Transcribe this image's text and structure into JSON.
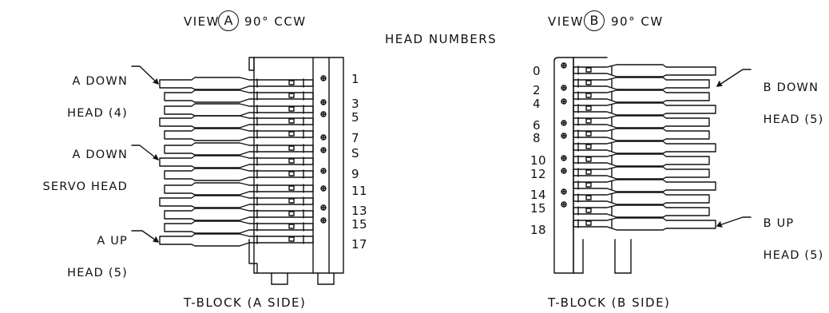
{
  "view_a": {
    "prefix": "VIEW",
    "letter": "A",
    "rotation": "90° CCW",
    "labels": [
      {
        "line1": "A DOWN",
        "line2": "HEAD (4)"
      },
      {
        "line1": "A DOWN",
        "line2": "SERVO HEAD"
      },
      {
        "line1": "A UP",
        "line2": "HEAD (5)"
      }
    ],
    "head_numbers": [
      "1",
      "3",
      "5",
      "7",
      "S",
      "9",
      "11",
      "13",
      "15",
      "17"
    ],
    "caption": "T-BLOCK (A SIDE)"
  },
  "view_b": {
    "prefix": "VIEW",
    "letter": "B",
    "rotation": "90° CW",
    "labels": [
      {
        "line1": "B DOWN",
        "line2": "HEAD (5)"
      },
      {
        "line1": "B UP",
        "line2": "HEAD (5)"
      }
    ],
    "head_numbers": [
      "0",
      "2",
      "4",
      "6",
      "8",
      "10",
      "12",
      "14",
      "15",
      "18"
    ],
    "caption": "T-BLOCK (B SIDE)"
  },
  "head_numbers_heading": "HEAD NUMBERS"
}
